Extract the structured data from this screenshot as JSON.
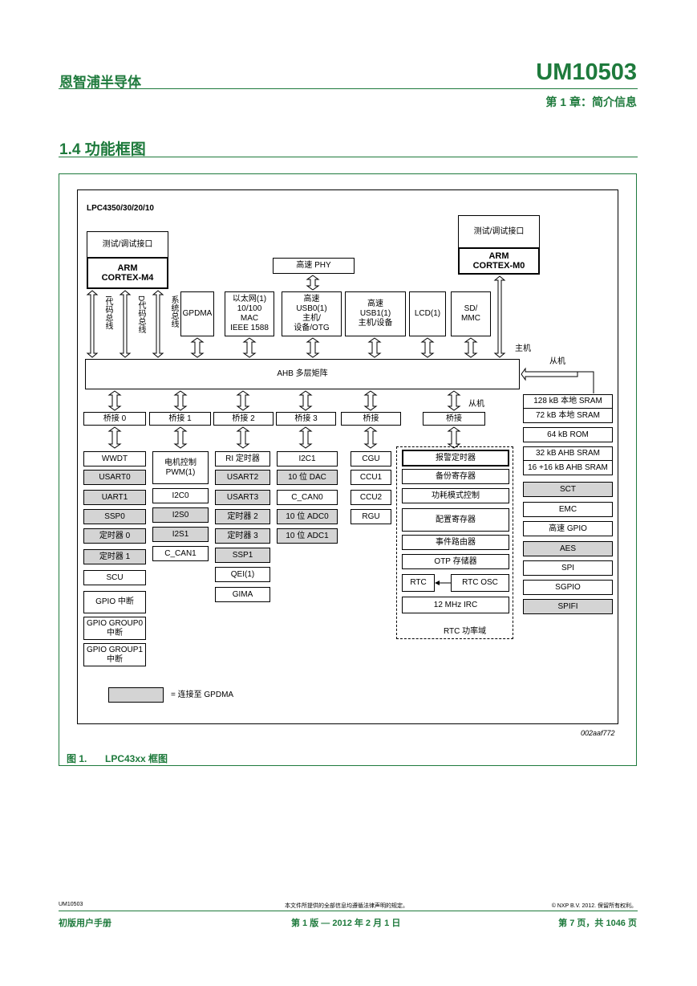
{
  "header": {
    "company": "恩智浦半导体",
    "doc_id": "UM10503",
    "chapter": "第 1 章：简介信息"
  },
  "section": {
    "title": "1.4 功能框图"
  },
  "diagram": {
    "chip_name": "LPC4350/30/20/10",
    "test_m4": "测试/调试接口",
    "arm_m4": "ARM\nCORTEX-M4",
    "test_m0": "测试/调试接口",
    "arm_m0": "ARM\nCORTEX-M0",
    "i_bus": "I代码总线",
    "d_bus": "D代码总线",
    "s_bus": "系统总线",
    "gpdma": "GPDMA",
    "ethernet": "以太网(1)\n10/100\nMAC\nIEEE 1588",
    "hs_phy": "高速 PHY",
    "usb0": "高速\nUSB0(1)\n主机/\n设备/OTG",
    "usb1": "高速\nUSB1(1)\n主机/设备",
    "lcd": "LCD(1)",
    "sdmmc": "SD/\nMMC",
    "master": "主机",
    "slave1": "从机",
    "slave2": "从机",
    "ahb": "AHB 多层矩阵",
    "bridges": [
      "桥接 0",
      "桥接 1",
      "桥接 2",
      "桥接 3",
      "桥接",
      "桥接"
    ],
    "col0": [
      "WWDT",
      "USART0",
      "UART1",
      "SSP0",
      "定时器 0",
      "定时器 1",
      "SCU",
      "GPIO 中断",
      "GPIO GROUP0\n中断",
      "GPIO GROUP1\n中断"
    ],
    "col1": [
      "电机控制\nPWM(1)",
      "I2C0",
      "I2S0",
      "I2S1",
      "C_CAN1"
    ],
    "col2": [
      "RI 定时器",
      "USART2",
      "USART3",
      "定时器 2",
      "定时器 3",
      "SSP1",
      "QEI(1)",
      "GIMA"
    ],
    "col3": [
      "I2C1",
      "10 位 DAC",
      "C_CAN0",
      "10 位 ADC0",
      "10 位 ADC1"
    ],
    "col4": [
      "CGU",
      "CCU1",
      "CCU2",
      "RGU"
    ],
    "col5": [
      "报警定时器",
      "备份寄存器",
      "功耗模式控制",
      "配置寄存器",
      "事件路由器",
      "OTP 存储器",
      "RTC",
      "RTC OSC",
      "12 MHz IRC"
    ],
    "rtc_domain": "RTC 功率域",
    "mem": [
      "128 kB 本地 SRAM",
      "72 kB 本地 SRAM",
      "64 kB ROM",
      "32 kB AHB SRAM",
      "16 +16 kB AHB SRAM"
    ],
    "right": [
      "SCT",
      "EMC",
      "高速 GPIO",
      "AES",
      "SPI",
      "SGPIO",
      "SPIFI"
    ],
    "legend": "= 连接至 GPDMA",
    "code": "002aaf772"
  },
  "figure": {
    "number": "图 1.",
    "caption": "LPC43xx 框图"
  },
  "footer": {
    "doc_id": "UM10503",
    "disclaimer": "本文件所提供的全部信息均遵循法律声明的规定。",
    "copyright": "© NXP B.V. 2012. 保留所有权利。",
    "manual": "初版用户手册",
    "edition": "第 1 版 — 2012 年 2 月 1 日",
    "page": "第 7 页，共 1046 页"
  }
}
